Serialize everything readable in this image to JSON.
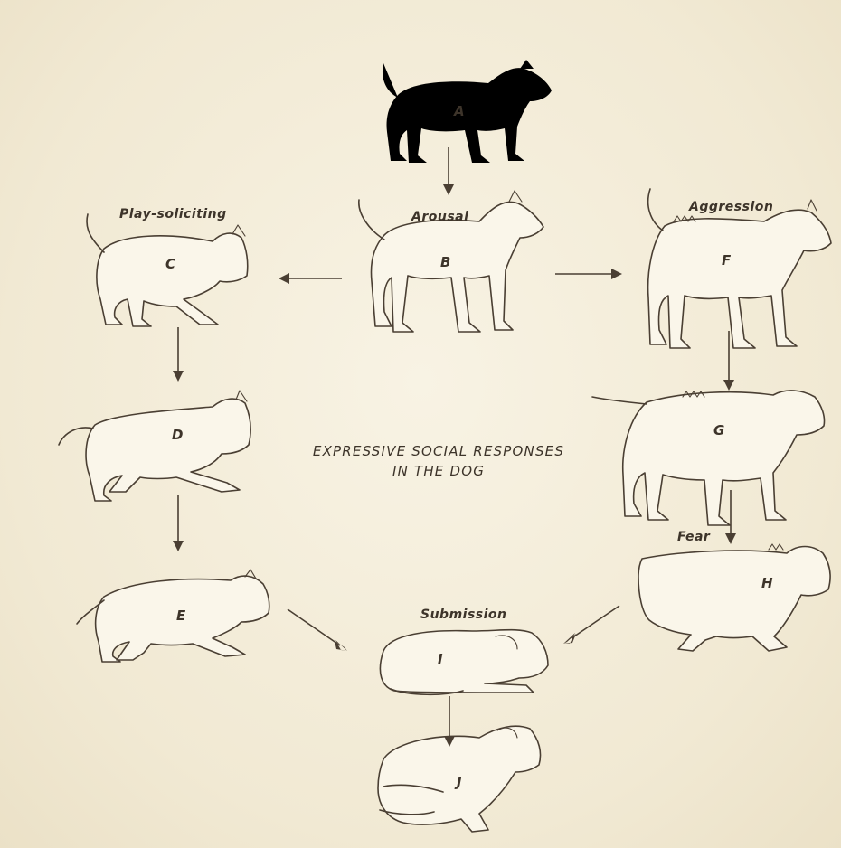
{
  "title": {
    "line1": "EXPRESSIVE SOCIAL RESPONSES",
    "line2": "IN THE DOG"
  },
  "labels": {
    "arousal": "Arousal",
    "play": "Play-soliciting",
    "aggression": "Aggression",
    "fear": "Fear",
    "submission": "Submission"
  },
  "figures": {
    "A": "A",
    "B": "B",
    "C": "C",
    "D": "D",
    "E": "E",
    "F": "F",
    "G": "G",
    "H": "H",
    "I": "I",
    "J": "J"
  },
  "colors": {
    "paper": "#f3ecd8",
    "ink": "#4a3f33"
  }
}
